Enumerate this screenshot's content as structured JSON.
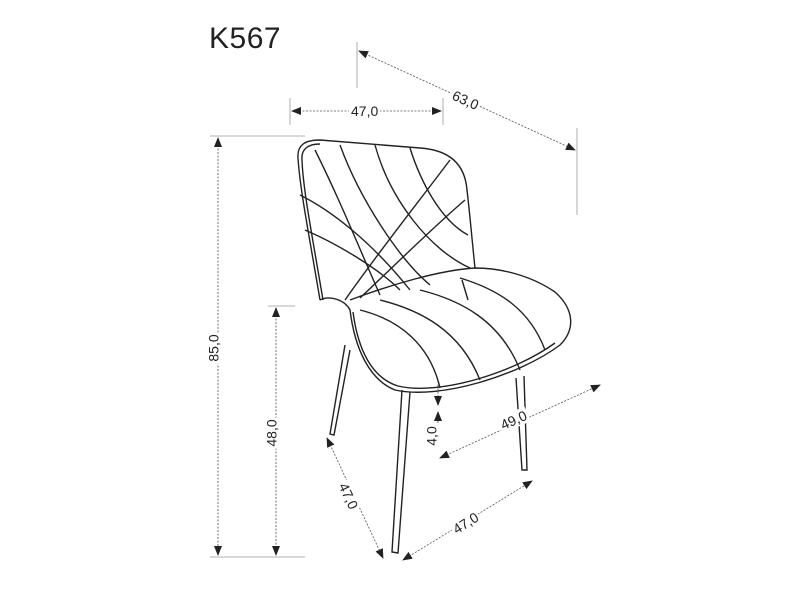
{
  "title": "K567",
  "colors": {
    "line": "#222222",
    "dim_line": "#555555",
    "background": "#ffffff"
  },
  "dimensions": {
    "width": "47,0",
    "depth": "63,0",
    "height": "85,0",
    "seat_height": "48,0",
    "seat_thickness": "4,0",
    "seat_depth": "49,0",
    "leg_span_side": "47,0",
    "leg_span_front": "47,0"
  }
}
